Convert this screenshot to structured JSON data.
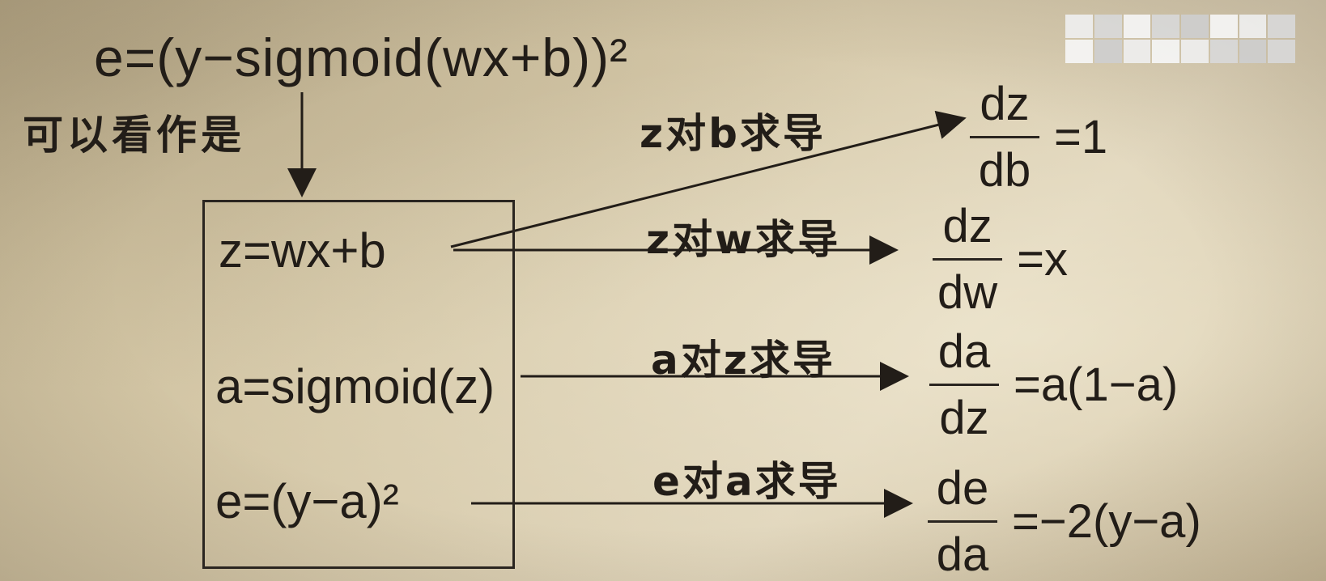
{
  "diagram": {
    "title_formula": "e=(y−sigmoid(wx+b))²",
    "note": "可以看作是",
    "box_equations": [
      "z=wx+b",
      "a=sigmoid(z)",
      "e=(y−a)²"
    ],
    "branches": [
      {
        "label": "z对b求导",
        "numerator": "dz",
        "denominator": "db",
        "rhs": "=1"
      },
      {
        "label": "z对w求导",
        "numerator": "dz",
        "denominator": "dw",
        "rhs": "=x"
      },
      {
        "label": "a对z求导",
        "numerator": "da",
        "denominator": "dz",
        "rhs": "=a(1−a)"
      },
      {
        "label": "e对a求导",
        "numerator": "de",
        "denominator": "da",
        "rhs": "=−2(y−a)"
      }
    ]
  },
  "colors": {
    "ink": "#221d18",
    "paper": "#d8cbad"
  },
  "icons": {
    "arrow": "arrow-icon"
  }
}
